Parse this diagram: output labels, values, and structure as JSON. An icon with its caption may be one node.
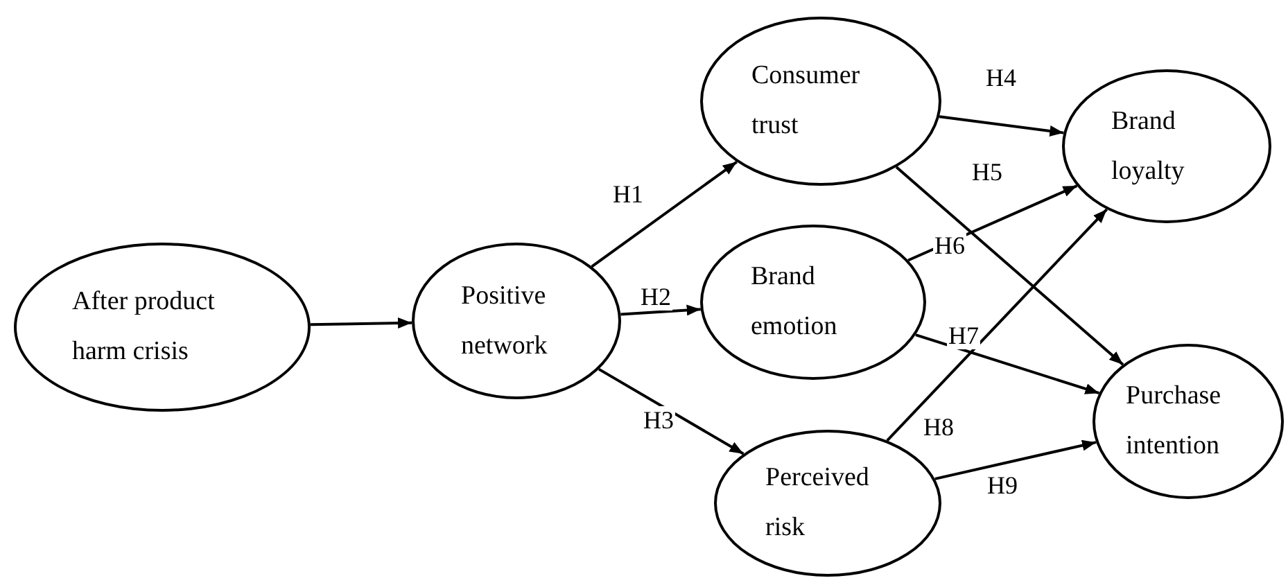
{
  "diagram": {
    "nodes": [
      {
        "text": [
          "After product harm crisis"
        ]
      },
      {
        "text": [
          "Positive network"
        ]
      },
      {
        "text": [
          "Consumer trust"
        ]
      },
      {
        "text": [
          "Brand emotion"
        ]
      },
      {
        "text": [
          "Perceived risk"
        ]
      },
      {
        "text": [
          "Brand loyalty"
        ]
      },
      {
        "text": [
          "Purchase intention"
        ]
      }
    ],
    "edges": [
      {
        "from": 0,
        "to": 1,
        "arrow": "to"
      },
      {
        "from": 1,
        "to": 2,
        "arrow": "to",
        "label": "H1"
      },
      {
        "from": 1,
        "to": 3,
        "arrow": "to",
        "label": "H2"
      },
      {
        "from": 1,
        "to": 4,
        "arrow": "to",
        "label": "H3"
      },
      {
        "from": 2,
        "to": 5,
        "arrow": "to",
        "label": "H4"
      },
      {
        "from": 2,
        "to": 6,
        "arrow": "to",
        "label": "H5"
      },
      {
        "from": 3,
        "to": 5,
        "arrow": "to",
        "label": "H6"
      },
      {
        "from": 3,
        "to": 6,
        "arrow": "to",
        "label": "H7"
      },
      {
        "from": 4,
        "to": 5,
        "arrow": "to",
        "label": "H8"
      },
      {
        "from": 4,
        "to": 6,
        "arrow": "to",
        "label": "H9"
      }
    ]
  }
}
